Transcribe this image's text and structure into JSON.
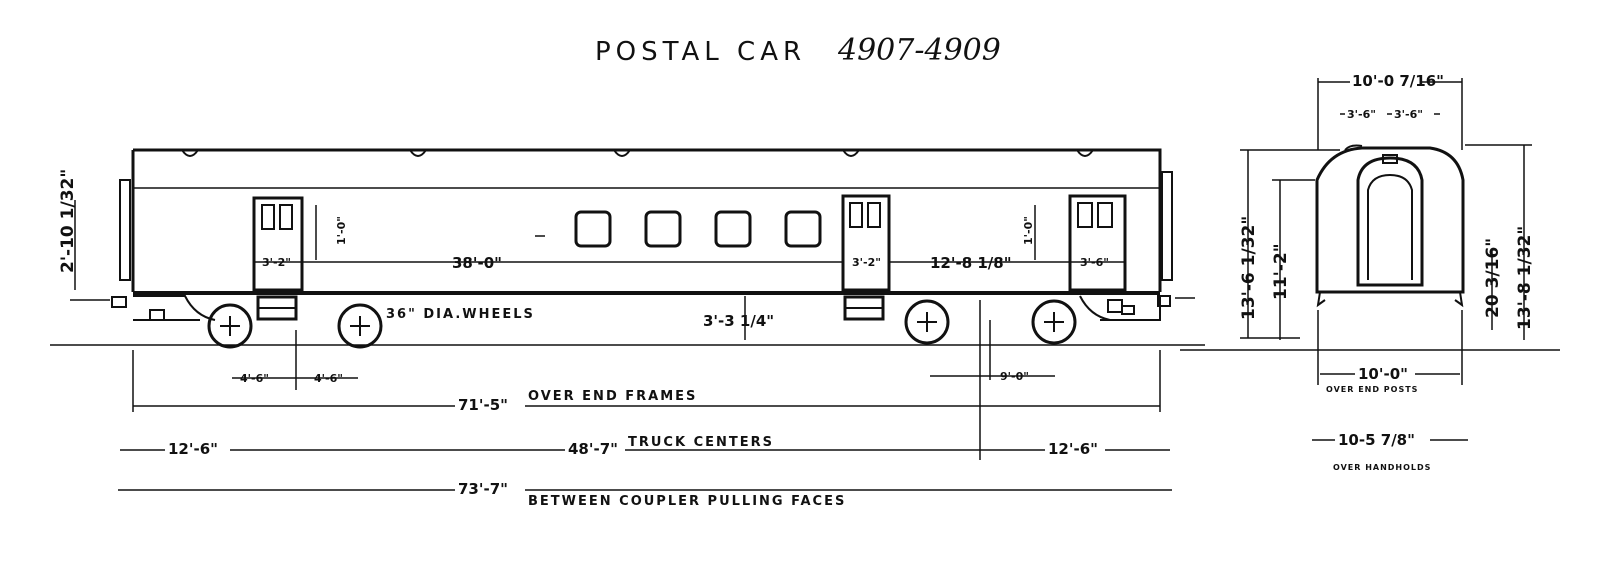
{
  "title": {
    "text": "POSTAL CAR",
    "numbers": "4907-4909"
  },
  "side_view": {
    "door_height": "2'-10 1/32\"",
    "door_width_left": "3'-2\"",
    "door_width_mid": "3'-2\"",
    "door_width_right": "3'-6\"",
    "door_spacing": "38'-0\"",
    "right_spacing": "12'-8 1/8\"",
    "window_height_left": "1'-0\"",
    "window_height_right": "1'-0\"",
    "wheel_label": "36\" DIA.WHEELS",
    "floor_height": "3'-3 1/4\"",
    "wheelbase_left_a": "4'-6\"",
    "wheelbase_left_b": "4'-6\"",
    "wheelbase_right": "9'-0\""
  },
  "overall_dims": {
    "end_frames_value": "71'-5\"",
    "end_frames_label": "OVER END FRAMES",
    "truck_centers_value": "48'-7\"",
    "truck_centers_label": "TRUCK CENTERS",
    "overhang_left": "12'-6\"",
    "overhang_right": "12'-6\"",
    "coupler_value": "73'-7\"",
    "coupler_label": "BETWEEN COUPLER PULLING FACES"
  },
  "end_view": {
    "top_width": "10'-0 7/16\"",
    "top_split_a": "3'-6\"",
    "top_split_b": "3'-6\"",
    "height_left_outer": "13'-6 1/32\"",
    "height_left_inner": "11'-2\"",
    "height_right_inner": "20 3/16\"",
    "height_right_outer": "13'-8 1/32\"",
    "end_posts_value": "10'-0\"",
    "end_posts_label": "OVER END POSTS",
    "handholds_value": "10-5 7/8\"",
    "handholds_label": "OVER HANDHOLDS"
  }
}
